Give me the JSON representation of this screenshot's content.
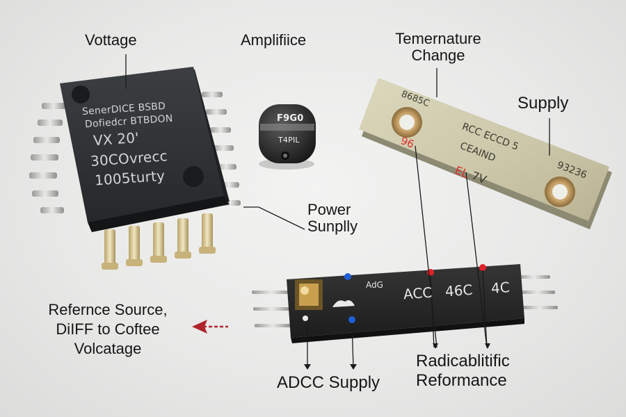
{
  "labels": {
    "voltage": "Vottage",
    "amplifier": "Amplifiice",
    "temperature_line1": "Temernature",
    "temperature_line2": "Change",
    "supply": "Supply",
    "power_line1": "Power",
    "power_line2": "Sunplly",
    "reference_line1": "Refernce Source,",
    "reference_line2": "DiIFF to Coftee",
    "reference_line3": "Volcatage",
    "adcc": "ADCC Supply",
    "radical_line1": "Radicablitific",
    "radical_line2": "Reformance"
  },
  "chip_markings": {
    "line1": "SenerDICE BSBD",
    "line2": "Dofiedcr BTBDON",
    "line3": "VX  20'",
    "line4": "30COvrecc",
    "line5": "1005turty"
  },
  "amp_markings": {
    "line1": "F9G0",
    "line2": "T4PIL"
  },
  "plate_markings": {
    "top": "8685C",
    "red_left": "96",
    "mid": "RCC  ECCD  5",
    "ceaind": "CEAIND",
    "red_el": "EL",
    "v": "7V",
    "num": "93236"
  },
  "strip_markings": {
    "small": "AdG",
    "acc": "ACC",
    "n46": "46C",
    "n4c": "4C"
  },
  "colors": {
    "chip_body": "#2f3133",
    "strip_body": "#2b2b2b",
    "plate": "#cfcbb0",
    "arrow_red": "#b0242a",
    "dot_blue": "#1f5fd6",
    "dot_red": "#e0222a"
  }
}
